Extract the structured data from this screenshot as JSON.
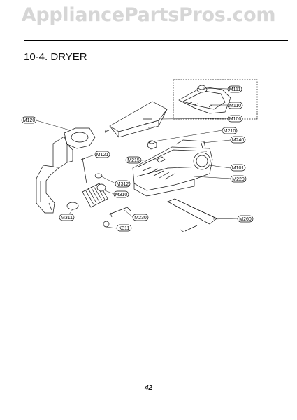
{
  "watermark": "AppliancePartsPros.com",
  "section_title": "10-4. DRYER",
  "page_number": "42",
  "callouts": [
    "M111",
    "M110",
    "M100",
    "M120",
    "M210",
    "M240",
    "M121",
    "M215",
    "M101",
    "M220",
    "M312",
    "M310",
    "M311",
    "M230",
    "K311",
    "M260"
  ],
  "colors": {
    "line": "#111111",
    "fill": "#ffffff",
    "watermark": "#d6d6d6"
  }
}
